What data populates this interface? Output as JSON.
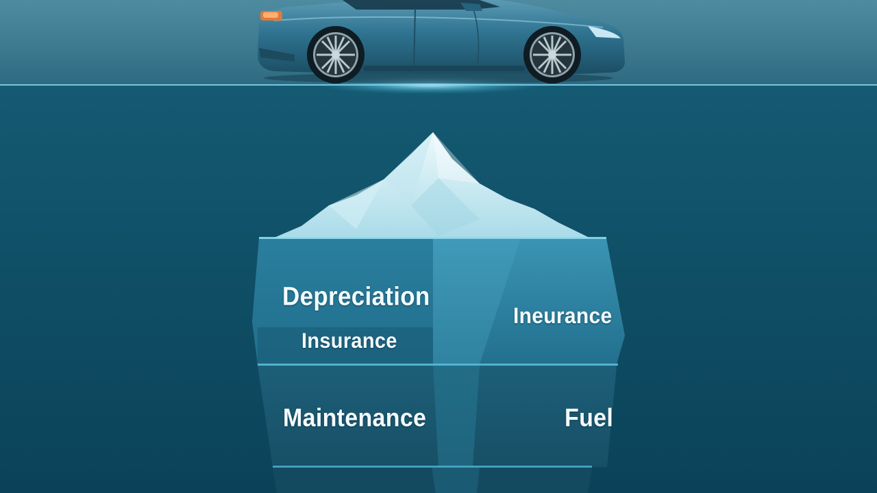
{
  "diagram": {
    "type": "iceberg",
    "scene": {
      "above_water": "car",
      "below_water": "iceberg"
    },
    "labels": {
      "depreciation": "Depreciation",
      "insurance_left": "Insurance",
      "insurance_right": "Ineurance",
      "maintenance": "Maintenance",
      "fuel": "Fuel"
    },
    "colors": {
      "sky": "#4f8ba0",
      "water": "#0f4f66",
      "waterline": "#7fd6ee",
      "ice_tip": "#cfeef5",
      "ice_body": "#2a7e9b",
      "car_body": "#2f7390"
    }
  }
}
